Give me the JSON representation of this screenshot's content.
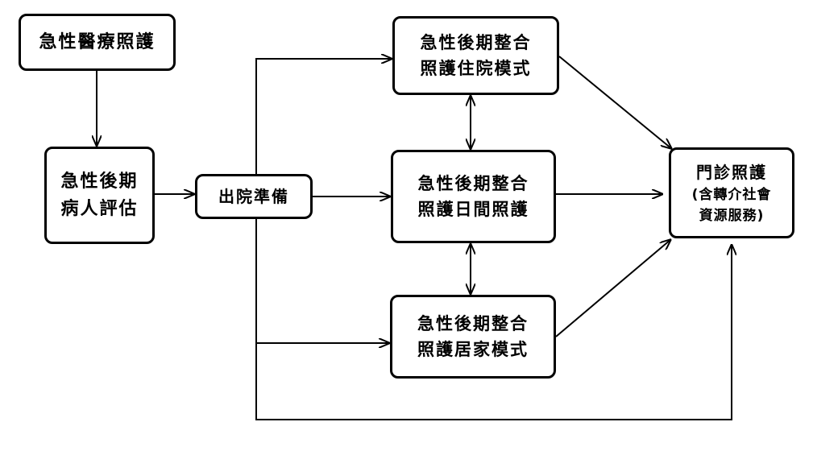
{
  "nodes": {
    "acute_care": {
      "line1": "急性醫療照護"
    },
    "pac_assessment": {
      "line1": "急性後期",
      "line2": "病人評估"
    },
    "discharge_planning": {
      "line1": "出院準備"
    },
    "pac_inpatient": {
      "line1": "急性後期整合",
      "line2": "照護住院模式"
    },
    "pac_daycare": {
      "line1": "急性後期整合",
      "line2": "照護日間照護"
    },
    "pac_home": {
      "line1": "急性後期整合",
      "line2": "照護居家模式"
    },
    "outpatient": {
      "line1": "門診照護",
      "line2": "(含轉介社會",
      "line3": "資源服務)"
    }
  }
}
